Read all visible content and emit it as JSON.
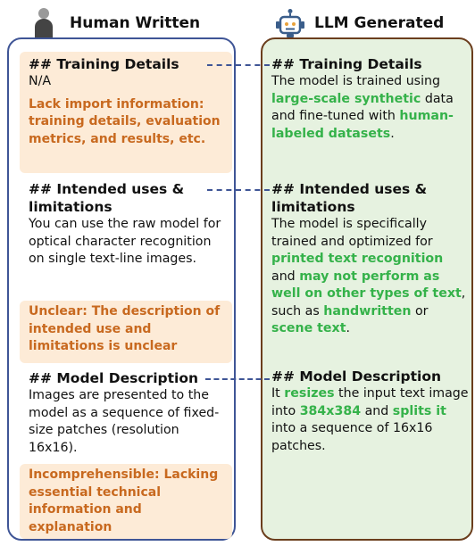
{
  "left": {
    "title": "Human Written",
    "sections": [
      {
        "heading": "## Training Details",
        "body": "N/A",
        "critique": "Lack import information: training details, evaluation metrics, and results, etc."
      },
      {
        "heading": "## Intended uses & limitations",
        "body": "You can use the raw model for optical character recognition on single text-line images.",
        "critique": "Unclear: The description of intended use and limitations is unclear"
      },
      {
        "heading": "## Model Description",
        "body": "Images are presented to the model as a sequence of fixed-size patches (resolution 16x16).",
        "critique": "Incomprehensible: Lacking essential technical information and explanation"
      }
    ]
  },
  "right": {
    "title": "LLM Generated",
    "sections": [
      {
        "heading": "## Training Details",
        "parts": [
          {
            "t": "The model is trained using "
          },
          {
            "t": "large-scale synthetic",
            "hl": true
          },
          {
            "t": " data and fine-tuned with "
          },
          {
            "t": "human-labeled datasets",
            "hl": true
          },
          {
            "t": "."
          }
        ]
      },
      {
        "heading": "## Intended uses & limitations",
        "parts": [
          {
            "t": "The model is specifically trained and optimized for "
          },
          {
            "t": "printed text recognition",
            "hl": true
          },
          {
            "t": " and "
          },
          {
            "t": "may not perform as well on other types of text",
            "hl": true
          },
          {
            "t": ", such as "
          },
          {
            "t": "handwritten",
            "hl": true
          },
          {
            "t": " or "
          },
          {
            "t": "scene text",
            "hl": true
          },
          {
            "t": "."
          }
        ]
      },
      {
        "heading": "## Model Description",
        "parts": [
          {
            "t": "It "
          },
          {
            "t": "resizes",
            "hl": true
          },
          {
            "t": " the input text image into "
          },
          {
            "t": "384x384",
            "hl": true
          },
          {
            "t": " and "
          },
          {
            "t": "splits it",
            "hl": true
          },
          {
            "t": " into a sequence of 16x16 patches."
          }
        ]
      }
    ]
  },
  "colors": {
    "human_border": "#3f5596",
    "llm_border": "#6b3e1d",
    "llm_background": "#e6f2e0",
    "critique_box": "#fdebd7",
    "critique_text": "#c8691f",
    "highlight_green": "#35b24a"
  },
  "icons": {
    "left": "person-icon",
    "right": "robot-icon"
  }
}
